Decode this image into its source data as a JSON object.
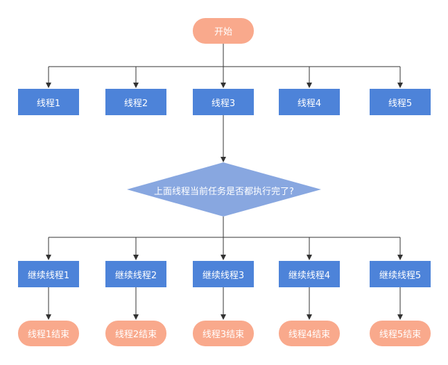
{
  "diagram": {
    "start": {
      "label": "开始"
    },
    "threads": [
      {
        "label": "线程1"
      },
      {
        "label": "线程2"
      },
      {
        "label": "线程3"
      },
      {
        "label": "线程4"
      },
      {
        "label": "线程5"
      }
    ],
    "decision": {
      "label": "上面线程当前任务是否都执行完了?"
    },
    "continue": [
      {
        "label": "继续线程1"
      },
      {
        "label": "继续线程2"
      },
      {
        "label": "继续线程3"
      },
      {
        "label": "继续线程4"
      },
      {
        "label": "继续线程5"
      }
    ],
    "ends": [
      {
        "label": "线程1结束"
      },
      {
        "label": "线程2结束"
      },
      {
        "label": "线程3结束"
      },
      {
        "label": "线程4结束"
      },
      {
        "label": "线程5结束"
      }
    ],
    "colors": {
      "terminal": "#f9a98c",
      "process": "#4d83d9",
      "decision": "#88a7e0",
      "line": "#333333"
    }
  }
}
